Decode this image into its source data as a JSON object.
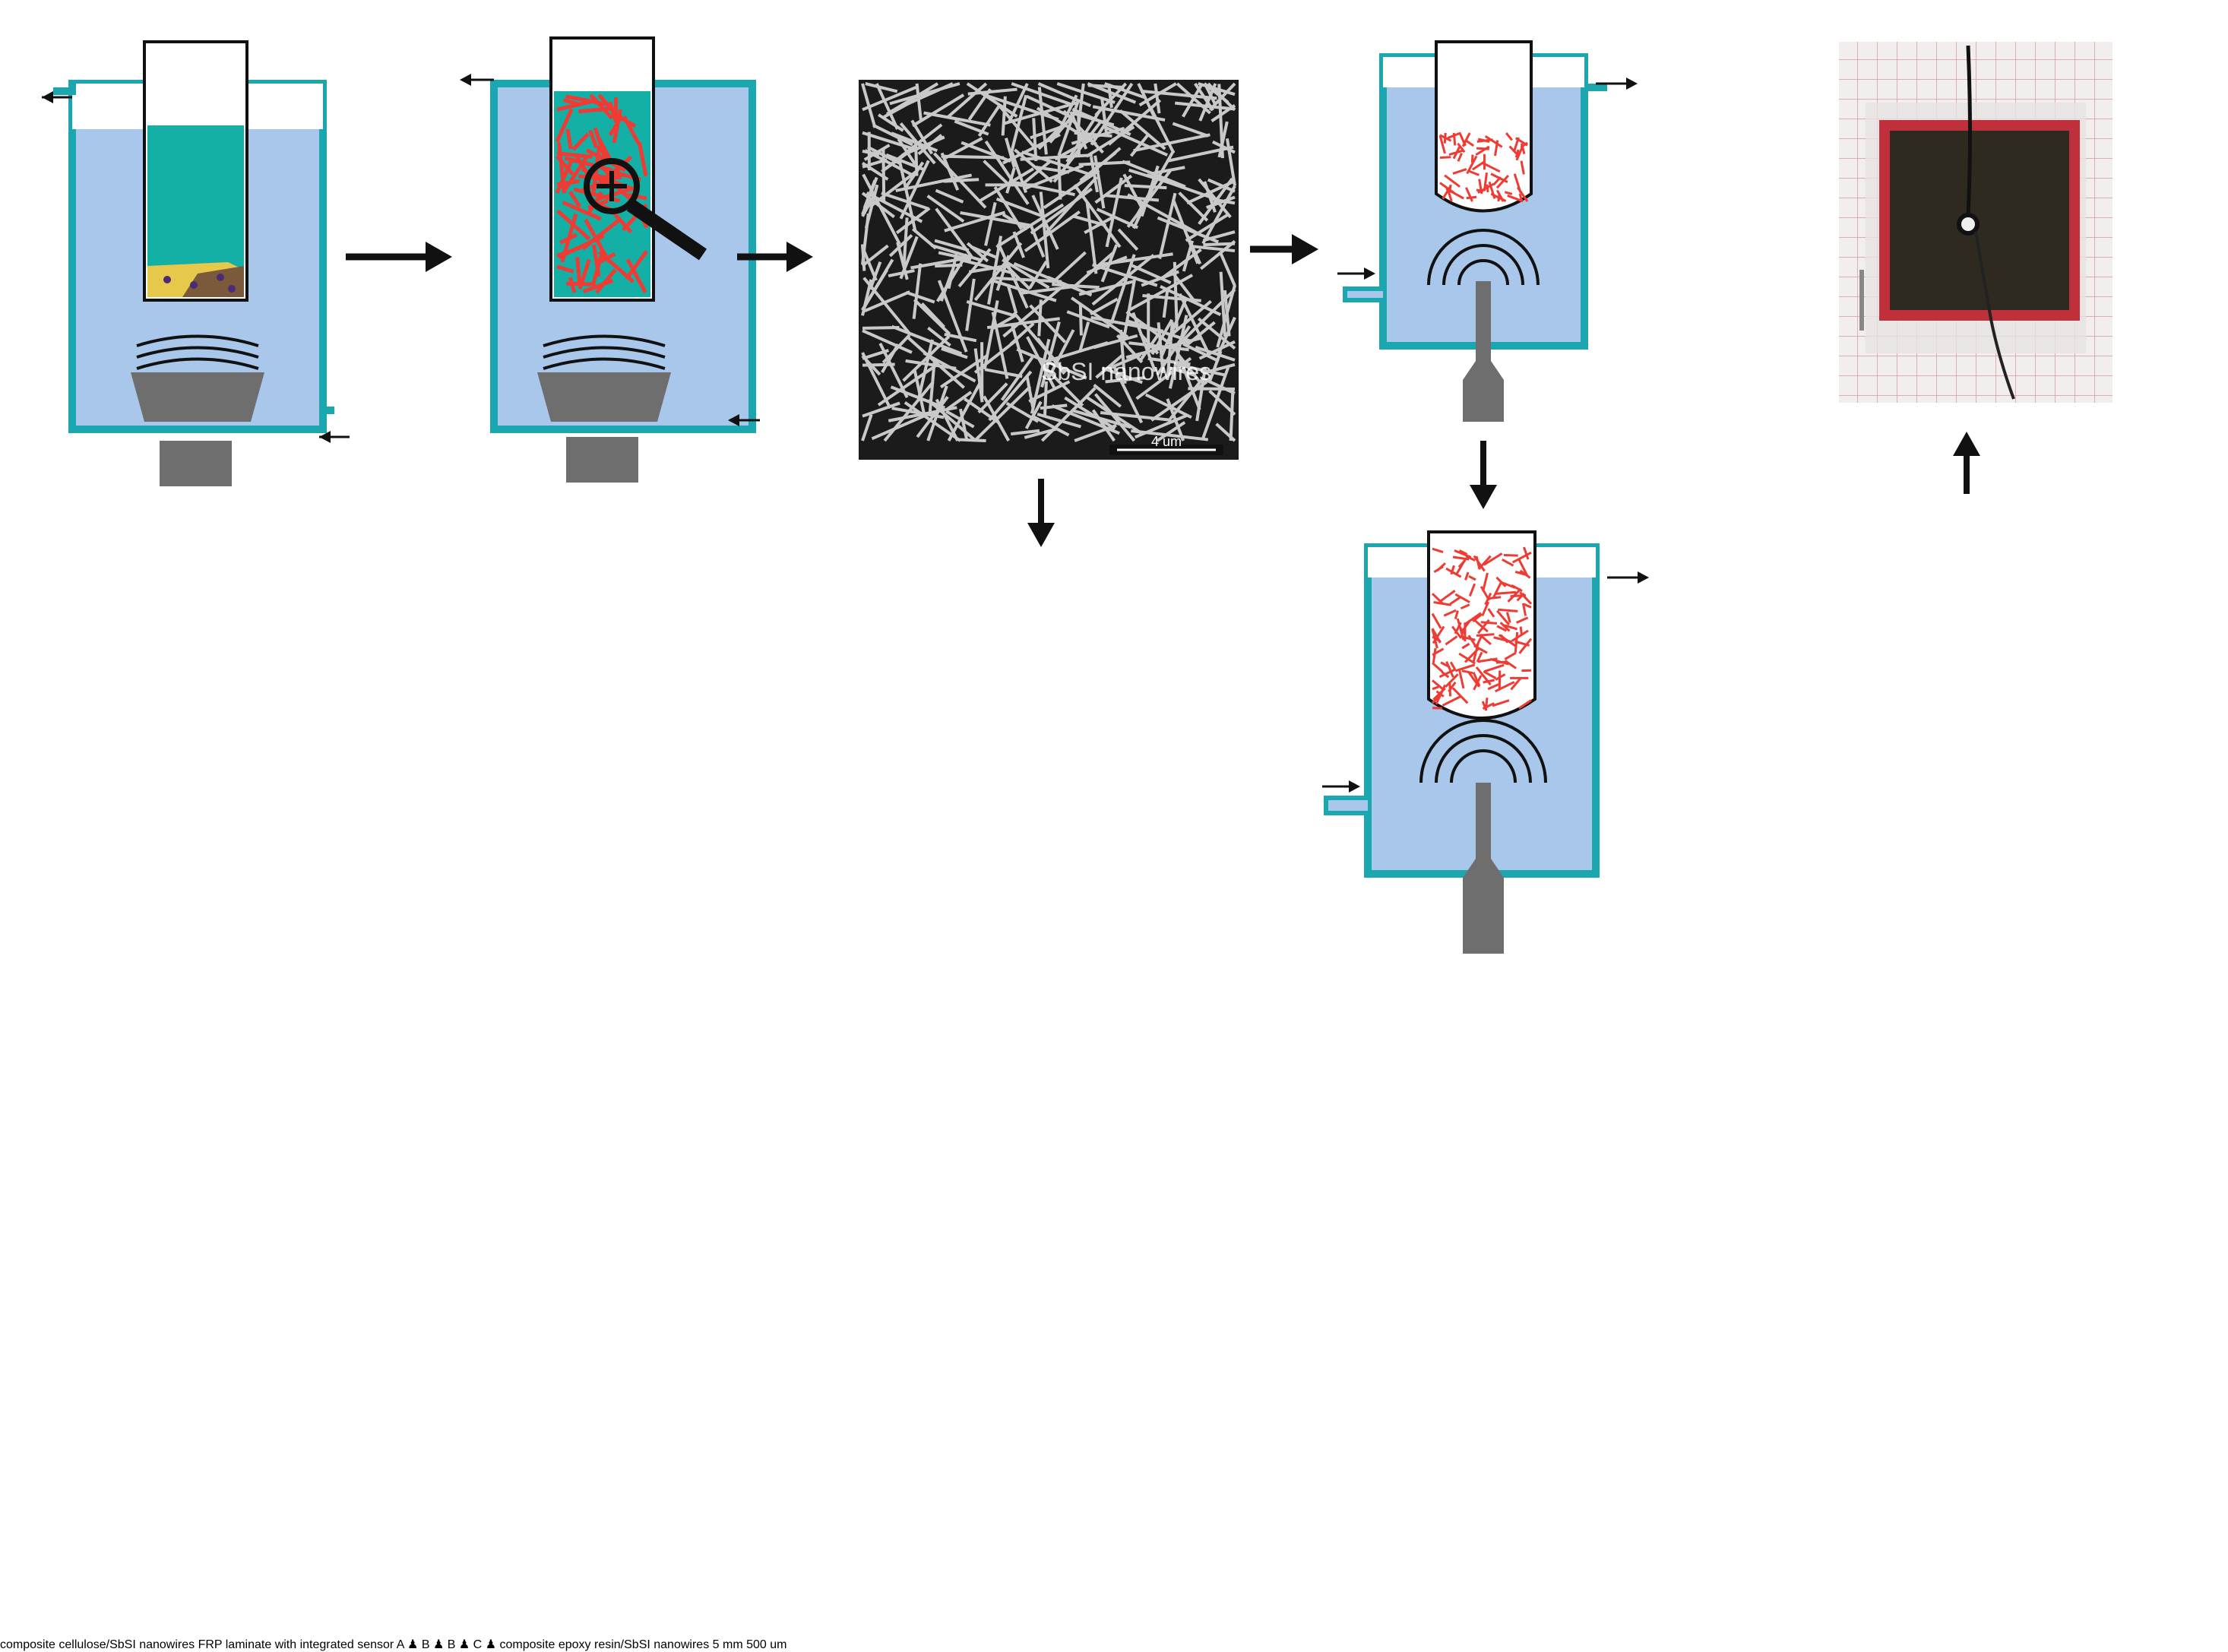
{
  "labels": {
    "sem_caption": "SbSI nanowires",
    "sem_scale": "4 um",
    "epoxy_scale": "5 mm",
    "micro_scale": "500 um",
    "frp_title_line1": "FRP laminate",
    "frp_title_line2": "with integrated sensor",
    "cellulose_line1": "composite",
    "cellulose_line2": "cellulose/SbSI nanowires",
    "epoxy_line1": "composite",
    "epoxy_line2": "epoxy resin/SbSI nanowires"
  },
  "panels": [
    "A",
    "B",
    "B",
    "C"
  ],
  "colors": {
    "bath_water": "#a9c7ea",
    "bath_wall": "#1aa7b0",
    "teal_solution": "#15b0a5",
    "nanowire_red": "#ee3b34",
    "green_liquid": "#a6d96a",
    "transducer_grey": "#6e6e6e",
    "laminate_green": "#77b25c",
    "sensor_orange": "#d5552f",
    "electrode_yellow": "#e8ef3a",
    "epoxy_red": "#8c1f14",
    "cellulose_pink": "#b8404f"
  }
}
